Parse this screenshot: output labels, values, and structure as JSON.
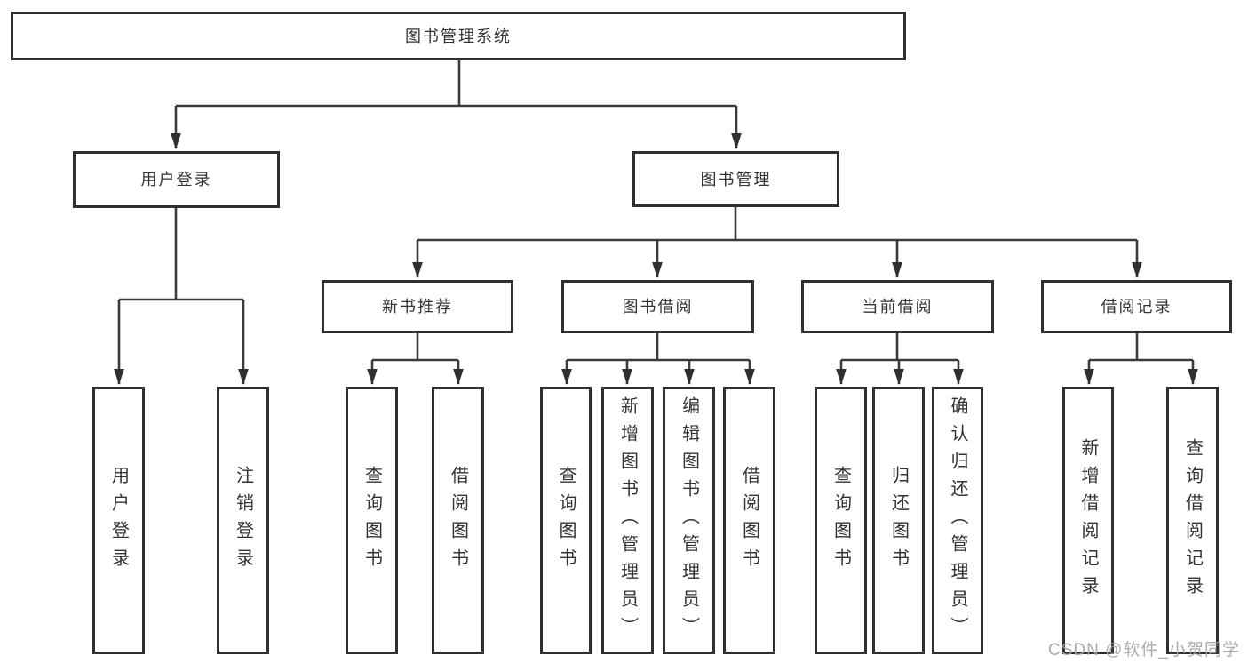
{
  "diagram": {
    "title": "图书管理系统",
    "type": "functional-structure-tree",
    "colors": {
      "line": "#3a3a3a",
      "box_border": "#303030",
      "text": "#333333",
      "background": "#ffffff",
      "watermark": "#a0a0a0"
    },
    "watermark": "CSDN @软件_小贺同学"
  },
  "nodes": {
    "root": "图书管理系统",
    "user_login": "用户登录",
    "book_mgmt": "图书管理",
    "new_book_rec": "新书推荐",
    "book_borrow": "图书借阅",
    "current_borrow": "当前借阅",
    "borrow_record": "借阅记录",
    "ul_user_login": "用户登录",
    "ul_logout": "注销登录",
    "nb_query_book": "查询图书",
    "nb_borrow_book": "借阅图书",
    "bb_query_book": "查询图书",
    "bb_add_book": "新增图书（管理员）",
    "bb_edit_book": "编辑图书（管理员）",
    "bb_borrow_book": "借阅图书",
    "cb_query_book": "查询图书",
    "cb_return_book": "归还图书",
    "cb_confirm_return": "确认归还（管理员）",
    "br_add_record": "新增借阅记录",
    "br_query_record": "查询借阅记录"
  },
  "edges": [
    {
      "from": "图书管理系统",
      "to": [
        "用户登录",
        "图书管理"
      ]
    },
    {
      "from": "用户登录",
      "to": [
        "用户登录",
        "注销登录"
      ]
    },
    {
      "from": "图书管理",
      "to": [
        "新书推荐",
        "图书借阅",
        "当前借阅",
        "借阅记录"
      ]
    },
    {
      "from": "新书推荐",
      "to": [
        "查询图书",
        "借阅图书"
      ]
    },
    {
      "from": "图书借阅",
      "to": [
        "查询图书",
        "新增图书（管理员）",
        "编辑图书（管理员）",
        "借阅图书"
      ]
    },
    {
      "from": "当前借阅",
      "to": [
        "查询图书",
        "归还图书",
        "确认归还（管理员）"
      ]
    },
    {
      "from": "借阅记录",
      "to": [
        "新增借阅记录",
        "查询借阅记录"
      ]
    }
  ]
}
